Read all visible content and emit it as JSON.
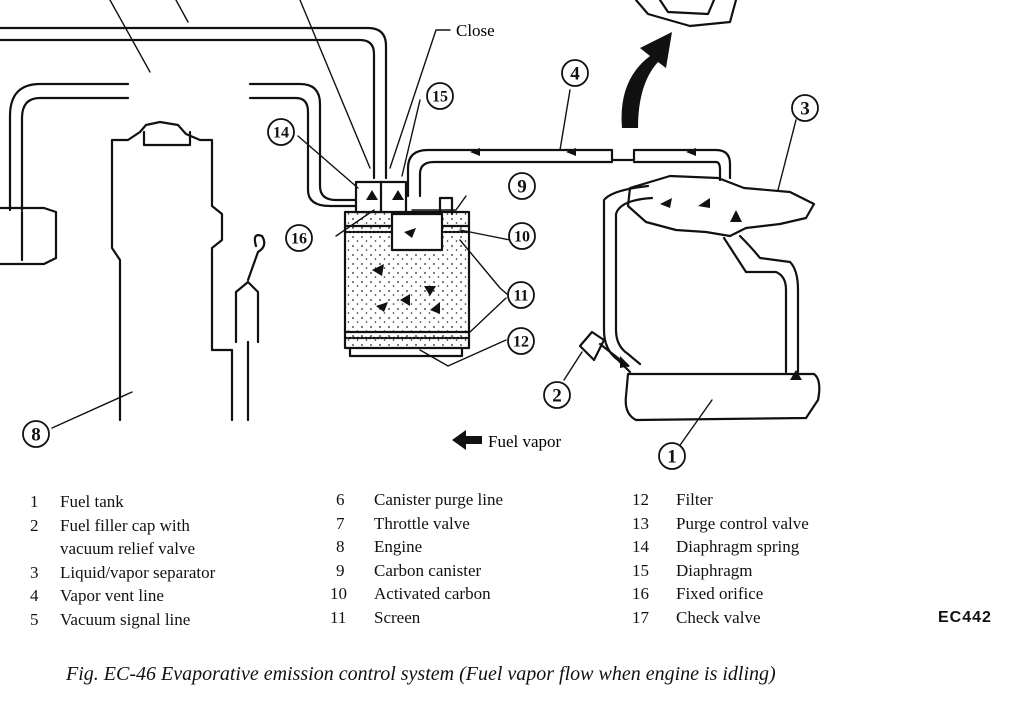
{
  "diagram": {
    "close_label": "Close",
    "fuel_vapor_label": "Fuel vapor",
    "callouts": [
      "1",
      "2",
      "3",
      "4",
      "8",
      "9",
      "10",
      "11",
      "12",
      "14",
      "15",
      "16"
    ]
  },
  "legend": {
    "col1": [
      {
        "num": "1",
        "text": "Fuel tank"
      },
      {
        "num": "2",
        "text": "Fuel filler cap with",
        "cont": "vacuum relief valve"
      },
      {
        "num": "3",
        "text": "Liquid/vapor separator"
      },
      {
        "num": "4",
        "text": "Vapor vent line"
      },
      {
        "num": "5",
        "text": "Vacuum signal line"
      }
    ],
    "col2": [
      {
        "num": "6",
        "text": "Canister purge line"
      },
      {
        "num": "7",
        "text": "Throttle valve"
      },
      {
        "num": "8",
        "text": "Engine"
      },
      {
        "num": "9",
        "text": "Carbon canister"
      },
      {
        "num": "10",
        "text": "Activated carbon"
      },
      {
        "num": "11",
        "text": "Screen"
      }
    ],
    "col3": [
      {
        "num": "12",
        "text": "Filter"
      },
      {
        "num": "13",
        "text": "Purge control valve"
      },
      {
        "num": "14",
        "text": "Diaphragm spring"
      },
      {
        "num": "15",
        "text": "Diaphragm"
      },
      {
        "num": "16",
        "text": "Fixed orifice"
      },
      {
        "num": "17",
        "text": "Check valve"
      }
    ]
  },
  "figure_code": "EC442",
  "caption": "Fig. EC-46  Evaporative emission control system (Fuel vapor flow when engine is idling)"
}
